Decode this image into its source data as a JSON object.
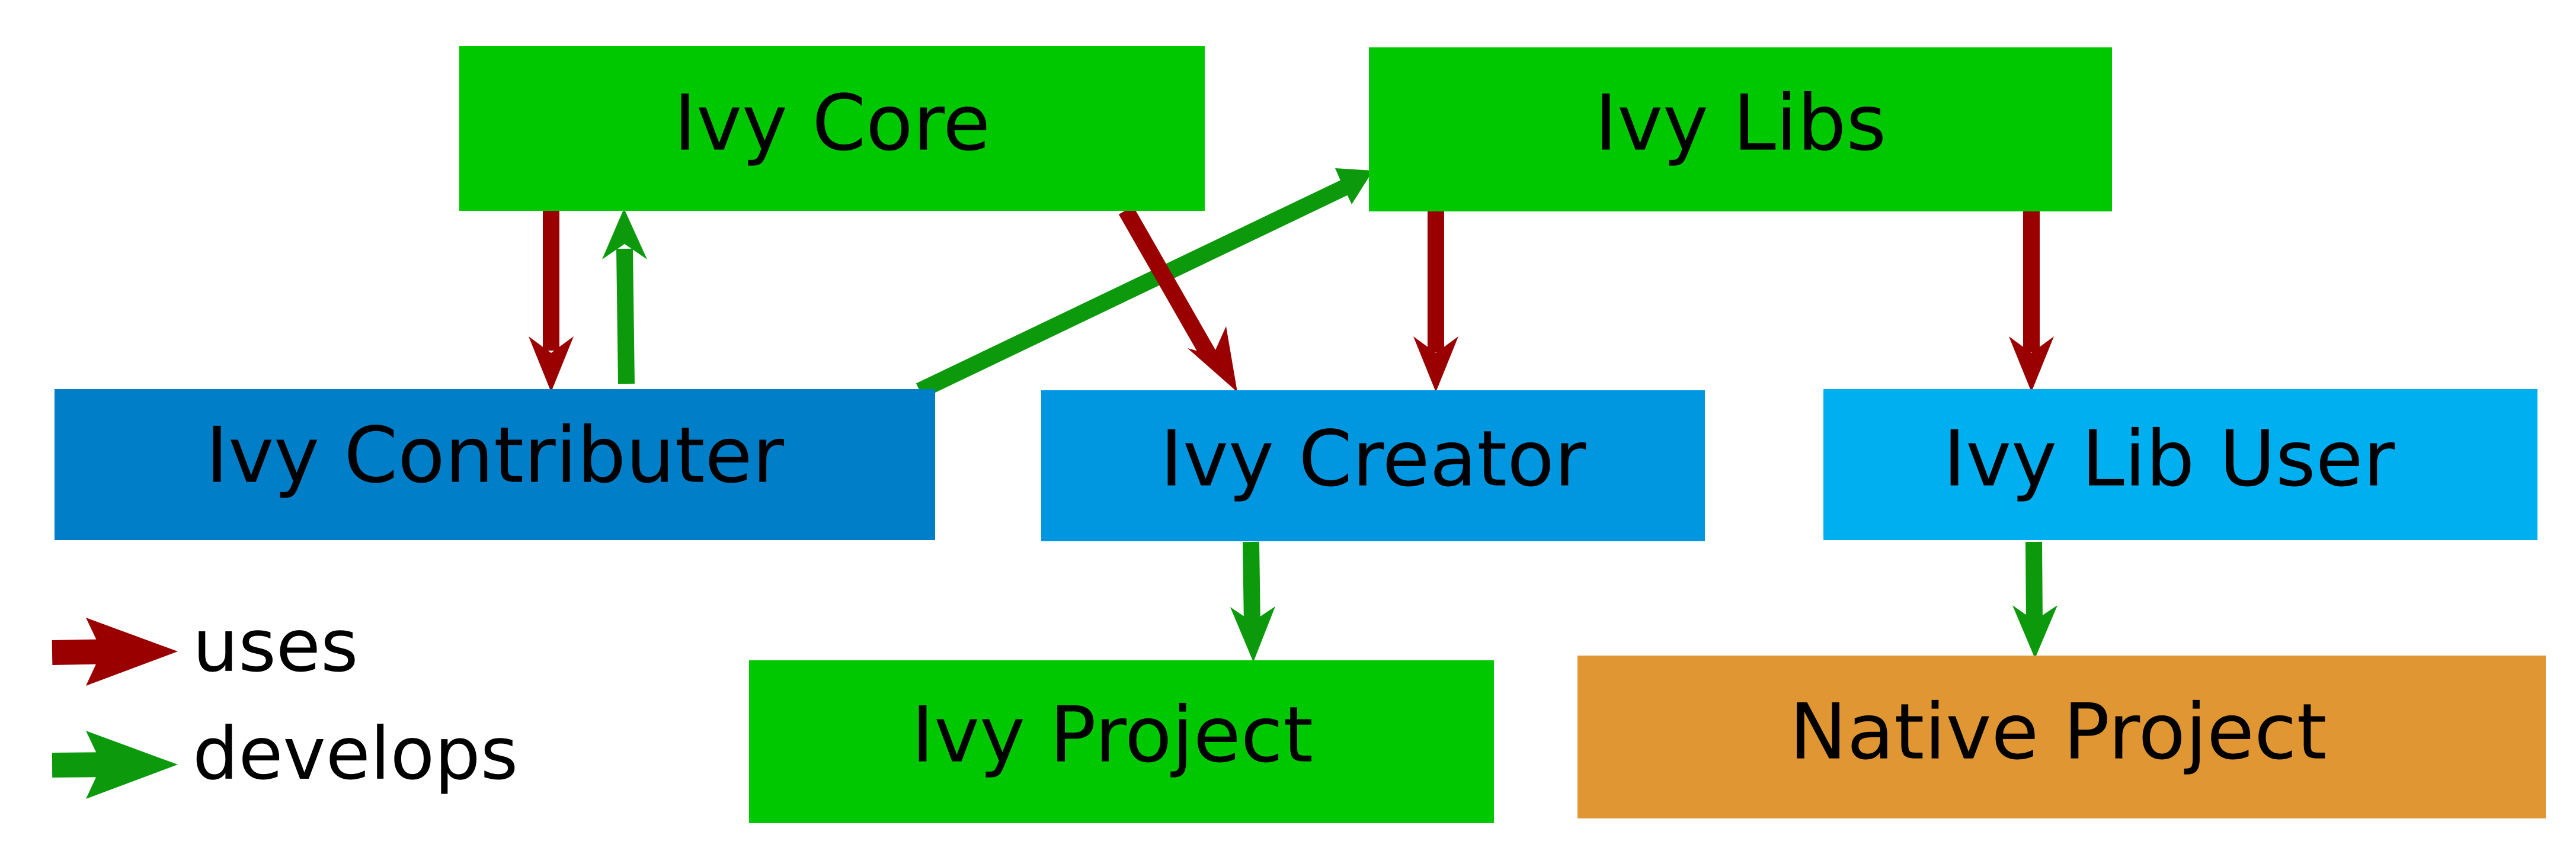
{
  "nodes": {
    "ivy_core": {
      "label": "Ivy Core",
      "color": "#00c800"
    },
    "ivy_libs": {
      "label": "Ivy Libs",
      "color": "#00c800"
    },
    "ivy_contributer": {
      "label": "Ivy Contributer",
      "color": "#007ec8"
    },
    "ivy_creator": {
      "label": "Ivy Creator",
      "color": "#0096e0"
    },
    "ivy_lib_user": {
      "label": "Ivy Lib User",
      "color": "#00aff0"
    },
    "ivy_project": {
      "label": "Ivy Project",
      "color": "#00c800"
    },
    "native_project": {
      "label": "Native Project",
      "color": "#e09632"
    }
  },
  "edges": [
    {
      "from": "Ivy Core",
      "to": "Ivy Contributer",
      "kind": "uses"
    },
    {
      "from": "Ivy Contributer",
      "to": "Ivy Core",
      "kind": "develops"
    },
    {
      "from": "Ivy Contributer",
      "to": "Ivy Libs",
      "kind": "develops"
    },
    {
      "from": "Ivy Core",
      "to": "Ivy Creator",
      "kind": "uses"
    },
    {
      "from": "Ivy Libs",
      "to": "Ivy Creator",
      "kind": "uses"
    },
    {
      "from": "Ivy Libs",
      "to": "Ivy Lib User",
      "kind": "uses"
    },
    {
      "from": "Ivy Creator",
      "to": "Ivy Project",
      "kind": "develops"
    },
    {
      "from": "Ivy Lib User",
      "to": "Native Project",
      "kind": "develops"
    }
  ],
  "legend": {
    "uses": {
      "label": "uses",
      "color": "#9b0000"
    },
    "develops": {
      "label": "develops",
      "color": "#0c9a0c"
    }
  }
}
